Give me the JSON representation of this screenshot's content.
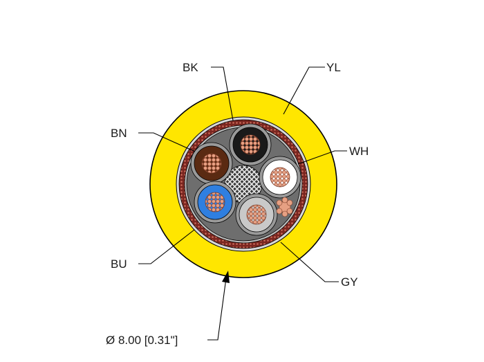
{
  "labels": {
    "yl": "YL",
    "bk": "BK",
    "bn": "BN",
    "wh": "WH",
    "bu": "BU",
    "gy": "GY",
    "diameter": "Ø 8.00 [0.31\"]"
  },
  "colors": {
    "jacket_yellow": "#ffe600",
    "inner_jacket": "#6e6e6e",
    "filler_gray": "#8c8c8c",
    "shield_braid": "#7a2620",
    "copper": "#d98a6c",
    "core_black": "#1a1a1a",
    "core_brown": "#5a2a12",
    "core_white": "#ffffff",
    "core_blue": "#2f7fe0",
    "core_gray": "#c9c9c9"
  }
}
